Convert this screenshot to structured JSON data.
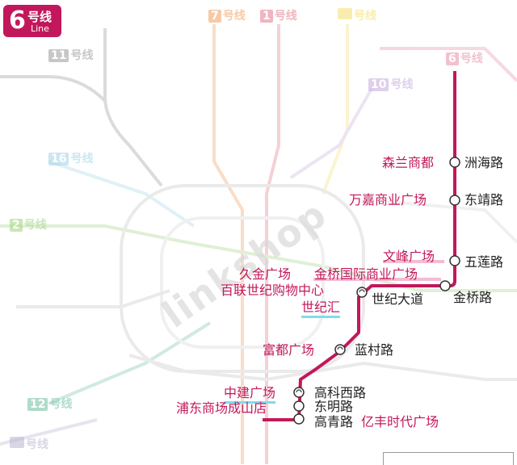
{
  "line": {
    "number": "6",
    "name": "号线",
    "english": "Line",
    "color": "#c2185b"
  },
  "background_lines": [
    {
      "id": "7",
      "label": "7",
      "suffix": "号线",
      "color": "#f0a060"
    },
    {
      "id": "1",
      "label": "1",
      "suffix": "号线",
      "color": "#e57a8a"
    },
    {
      "id": "yellow",
      "label": "",
      "suffix": "号线",
      "color": "#f5e27a"
    },
    {
      "id": "11",
      "label": "11",
      "suffix": "号线",
      "color": "#9a9a9a"
    },
    {
      "id": "6ghost",
      "label": "6",
      "suffix": "号线",
      "color": "#e890a8"
    },
    {
      "id": "10",
      "label": "10",
      "suffix": "号线",
      "color": "#c9b0df"
    },
    {
      "id": "16",
      "label": "16",
      "suffix": "号线",
      "color": "#a9d8e8"
    },
    {
      "id": "2",
      "label": "2",
      "suffix": "号线",
      "color": "#a6d68a"
    },
    {
      "id": "12",
      "label": "12",
      "suffix": "号线",
      "color": "#7bc4a8"
    },
    {
      "id": "bottom",
      "label": "",
      "suffix": "号线",
      "color": "#b7b7d0"
    }
  ],
  "stations": [
    {
      "name": "洲海路",
      "mall": "森兰商都"
    },
    {
      "name": "东靖路",
      "mall": "万嘉商业广场"
    },
    {
      "name": "五莲路",
      "mall": "文峰广场"
    },
    {
      "name": "金桥路",
      "mall": "金桥国际商业广场"
    },
    {
      "name": "世纪大道",
      "malls": [
        "久金广场",
        "百联世纪购物中心",
        "世纪汇"
      ]
    },
    {
      "name": "蓝村路",
      "mall": "富都广场"
    },
    {
      "name": "高科西路",
      "mall": "中建广场"
    },
    {
      "name": "东明路",
      "mall": "浦东商场成山店"
    },
    {
      "name": "高青路",
      "mall": "亿丰时代广场"
    }
  ]
}
